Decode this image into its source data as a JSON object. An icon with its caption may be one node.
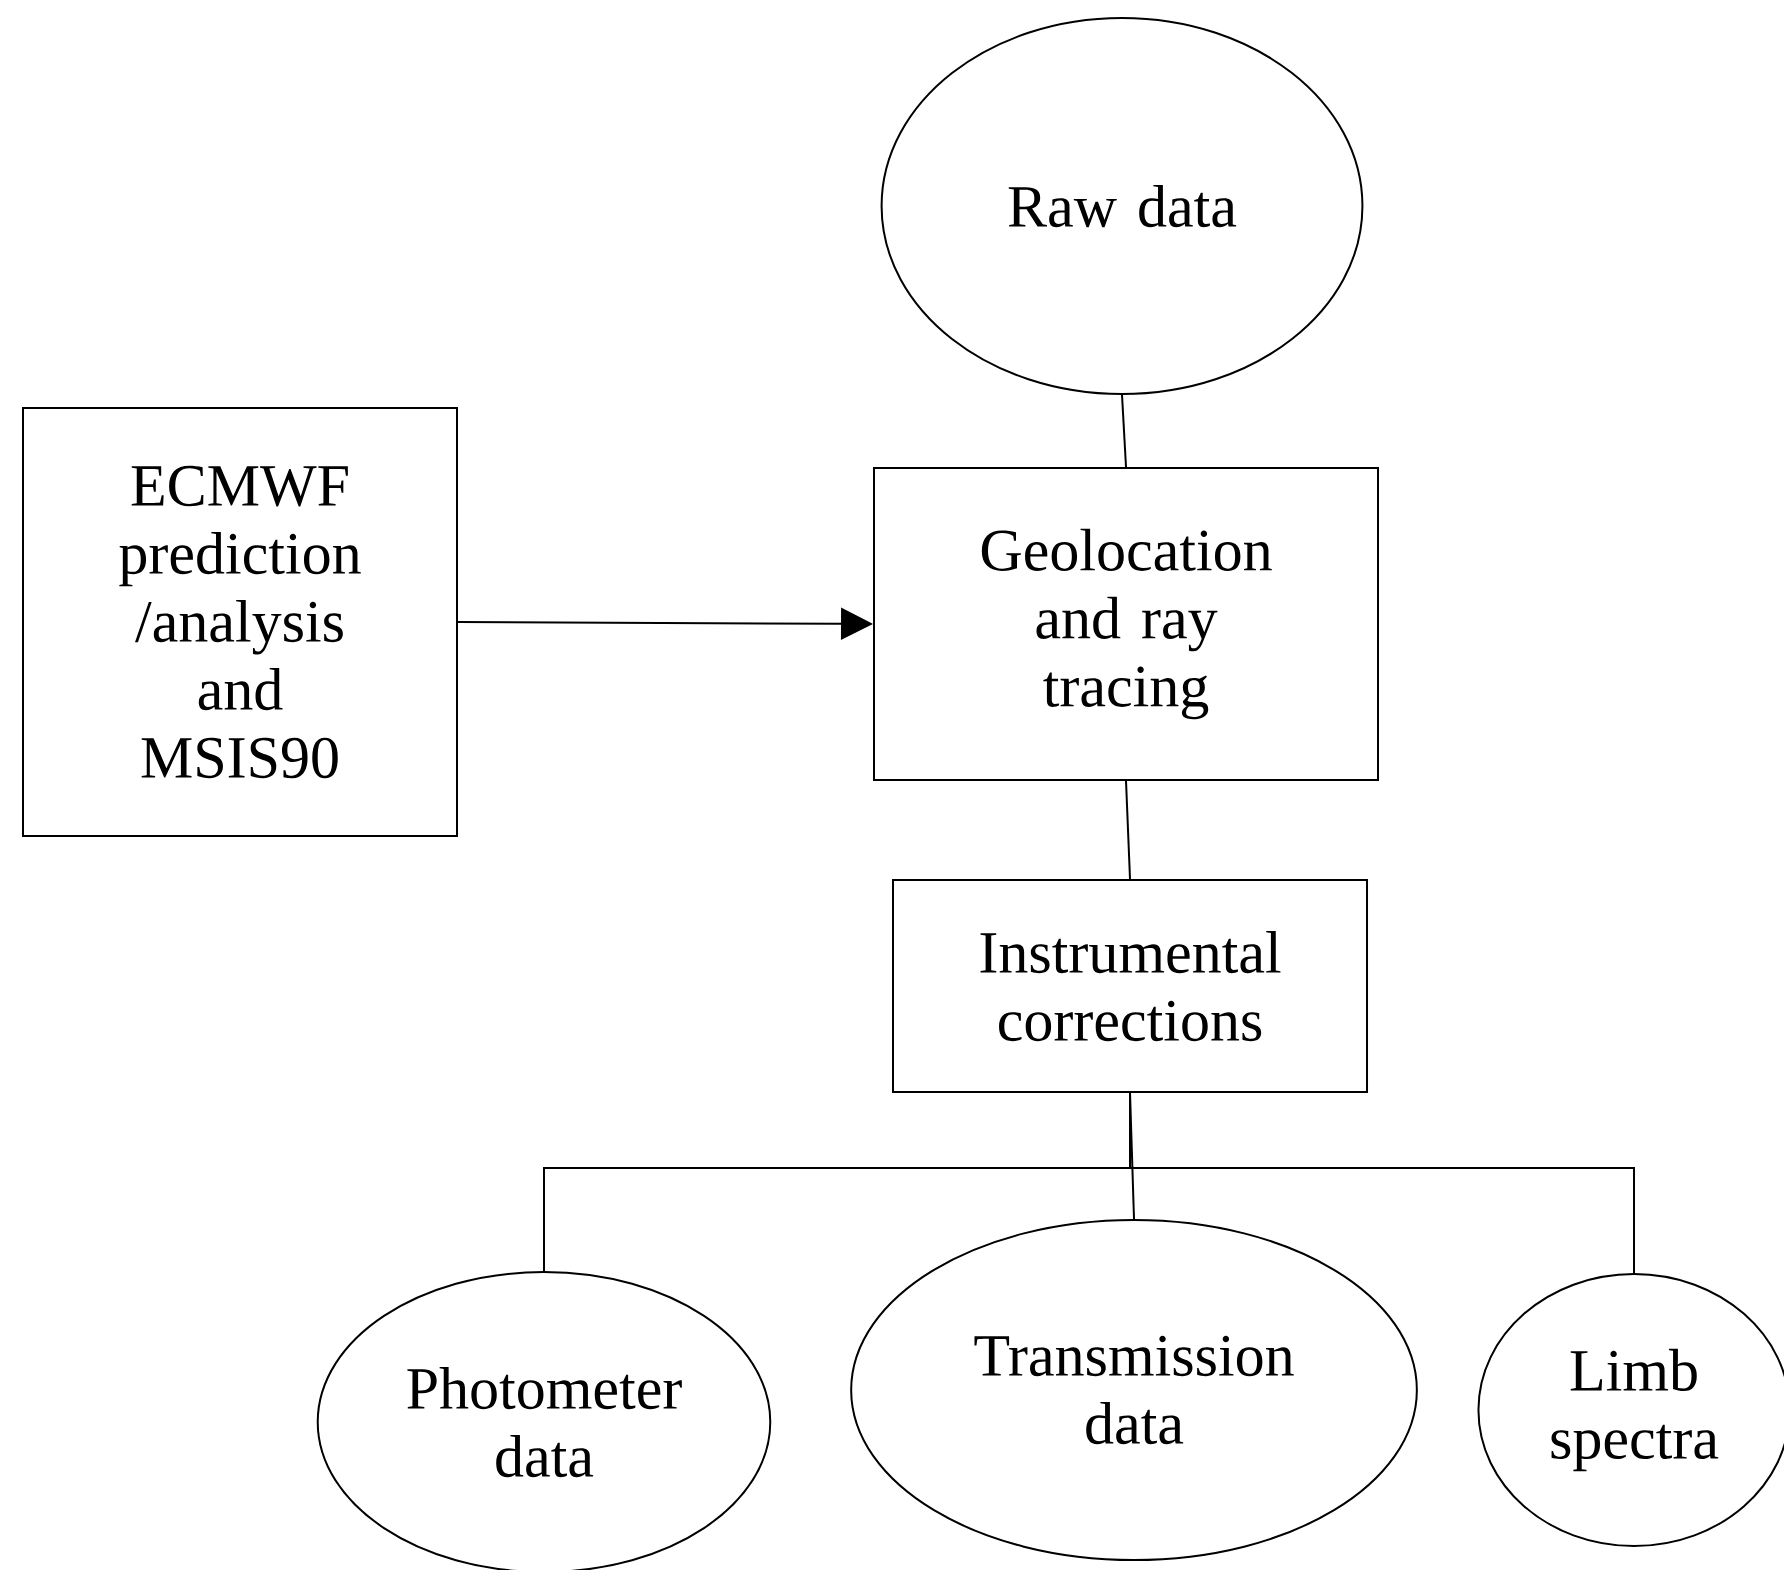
{
  "diagram": {
    "nodes": [
      {
        "text": [
          "Raw data"
        ]
      },
      {
        "text": [
          "ECMWF prediction /analysis and MSIS90"
        ]
      },
      {
        "text": [
          "Geolocation and ray tracing"
        ]
      },
      {
        "text": [
          "Instrumental corrections"
        ]
      },
      {
        "text": [
          "Photometer data"
        ]
      },
      {
        "text": [
          "Transmission data"
        ]
      },
      {
        "text": [
          "Limb spectra"
        ]
      }
    ],
    "edges": [
      {
        "from": 0,
        "to": 2,
        "arrow": "none"
      },
      {
        "from": 1,
        "to": 2,
        "arrow": "to"
      },
      {
        "from": 2,
        "to": 3,
        "arrow": "none"
      },
      {
        "from": 3,
        "to": 4,
        "arrow": "none"
      },
      {
        "from": 3,
        "to": 5,
        "arrow": "none"
      },
      {
        "from": 3,
        "to": 6,
        "arrow": "none"
      }
    ]
  }
}
